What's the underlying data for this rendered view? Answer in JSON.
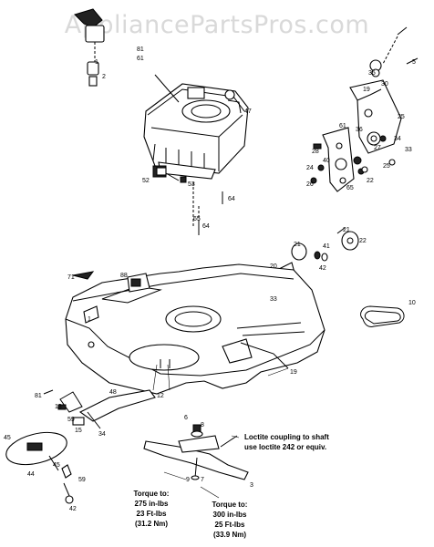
{
  "watermark": "AppliancePartsPros.com",
  "callouts": [
    "1",
    "2",
    "81",
    "61",
    "64",
    "65",
    "47",
    "52",
    "53",
    "64",
    "35",
    "5",
    "30",
    "19",
    "61",
    "25",
    "27",
    "36",
    "34",
    "33",
    "28",
    "40",
    "22",
    "24",
    "26",
    "25",
    "65",
    "21",
    "22",
    "41",
    "42",
    "21",
    "20",
    "33",
    "71",
    "88",
    "10",
    "1",
    "19",
    "12",
    "81",
    "48",
    "13",
    "15",
    "34",
    "59",
    "6",
    "8",
    "45",
    "44",
    "45",
    "59",
    "42",
    "3",
    "9",
    "7"
  ],
  "notes": {
    "loctite_1": "Loctite coupling to shaft",
    "loctite_2": "use loctite 242 or equiv.",
    "torque_left": [
      "Torque to:",
      "275 in-lbs",
      "23 Ft-lbs",
      "(31.2 Nm)"
    ],
    "torque_right": [
      "Torque to:",
      "300 in-lbs",
      "25 Ft-lbs",
      "(33.9 Nm)"
    ]
  }
}
